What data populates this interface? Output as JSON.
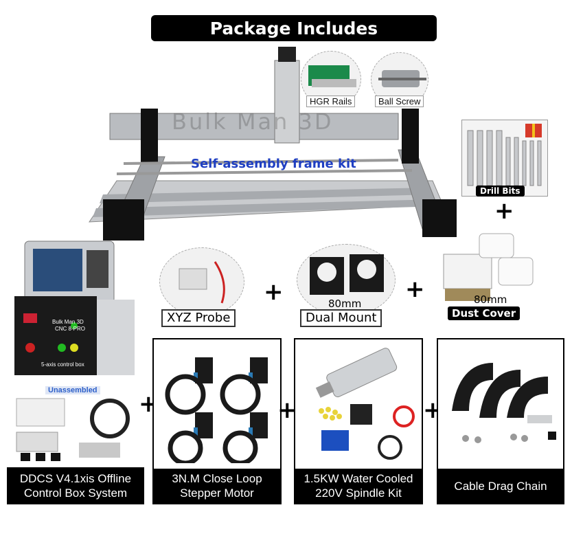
{
  "banner": {
    "title": "Package Includes"
  },
  "frame": {
    "caption": "Self-assembly frame kit",
    "watermark": "Bulk Man 3D",
    "inset_rails": "HGR Rails",
    "inset_screw": "Ball Screw"
  },
  "accessories": {
    "drill_bits": "Drill Bits",
    "xyz_probe": "XYZ Probe",
    "dual_mount": "Dual Mount",
    "dual_mount_size": "80mm",
    "dust_cover": "Dust Cover",
    "dust_cover_size": "80mm"
  },
  "controller": {
    "badge": "Unassembled",
    "brand": "Bulk Man 3D",
    "model": "CNC 8-PRO",
    "subtitle": "5-axis control box"
  },
  "products": [
    {
      "line1": "DDCS V4.1xis Offline",
      "line2": "Control Box System"
    },
    {
      "line1": "3N.M Close Loop",
      "line2": "Stepper Motor"
    },
    {
      "line1": "1.5KW Water Cooled",
      "line2": "220V Spindle Kit"
    },
    {
      "line1": "Cable Drag Chain",
      "line2": ""
    }
  ],
  "plus_symbol": "+",
  "colors": {
    "banner_bg": "#000000",
    "caption_blue": "#1f3fc2",
    "extrusion": "#b9bcc0"
  }
}
